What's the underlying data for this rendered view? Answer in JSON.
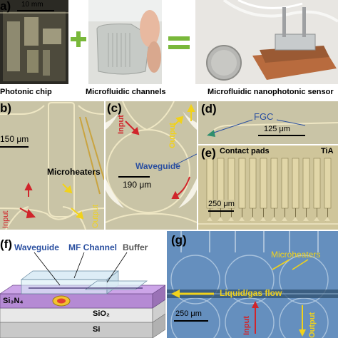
{
  "panel_a": {
    "label": "a)",
    "scale_bar": "10 mm",
    "captions": [
      "Photonic chip",
      "Microfluidic channels",
      "Microfluidic nanophotonic sensor"
    ],
    "plus": "+",
    "equals": "="
  },
  "panel_b": {
    "label": "b)",
    "scale_bar": "150 μm",
    "microheaters": "Microheaters",
    "input": "Input",
    "output": "Output"
  },
  "panel_c": {
    "label": "(c)",
    "input": "Input",
    "output": "Output",
    "waveguide": "Waveguide",
    "scale_bar": "190 μm"
  },
  "panel_d": {
    "label": "(d)",
    "fgc": "FGC",
    "scale_bar": "125 μm"
  },
  "panel_e": {
    "label": "(e)",
    "contact_pads": "Contact pads",
    "tia": "TiA",
    "scale_bar": "250 μm"
  },
  "panel_f": {
    "label": "(f)",
    "waveguide": "Waveguide",
    "mf_channel": "MF Channel",
    "buffer": "Buffer",
    "si3n4": "Si₃N₄",
    "sio2": "SiO₂",
    "si": "Si"
  },
  "panel_g": {
    "label": "(g)",
    "microheaters": "Microheaters",
    "flow": "Liquid/gas flow",
    "scale_bar": "250 μm",
    "input": "Input",
    "output": "Output"
  },
  "colors": {
    "chip_bg": "#c9c4a6",
    "wg_line": "#efe7c4",
    "heater": "#c9a440",
    "arrow_red": "#d0252b",
    "arrow_yellow": "#f1d21b",
    "label_blue": "#2a4fa0",
    "plus_green": "#79b83a",
    "micro_blue": "#5a87b8"
  }
}
